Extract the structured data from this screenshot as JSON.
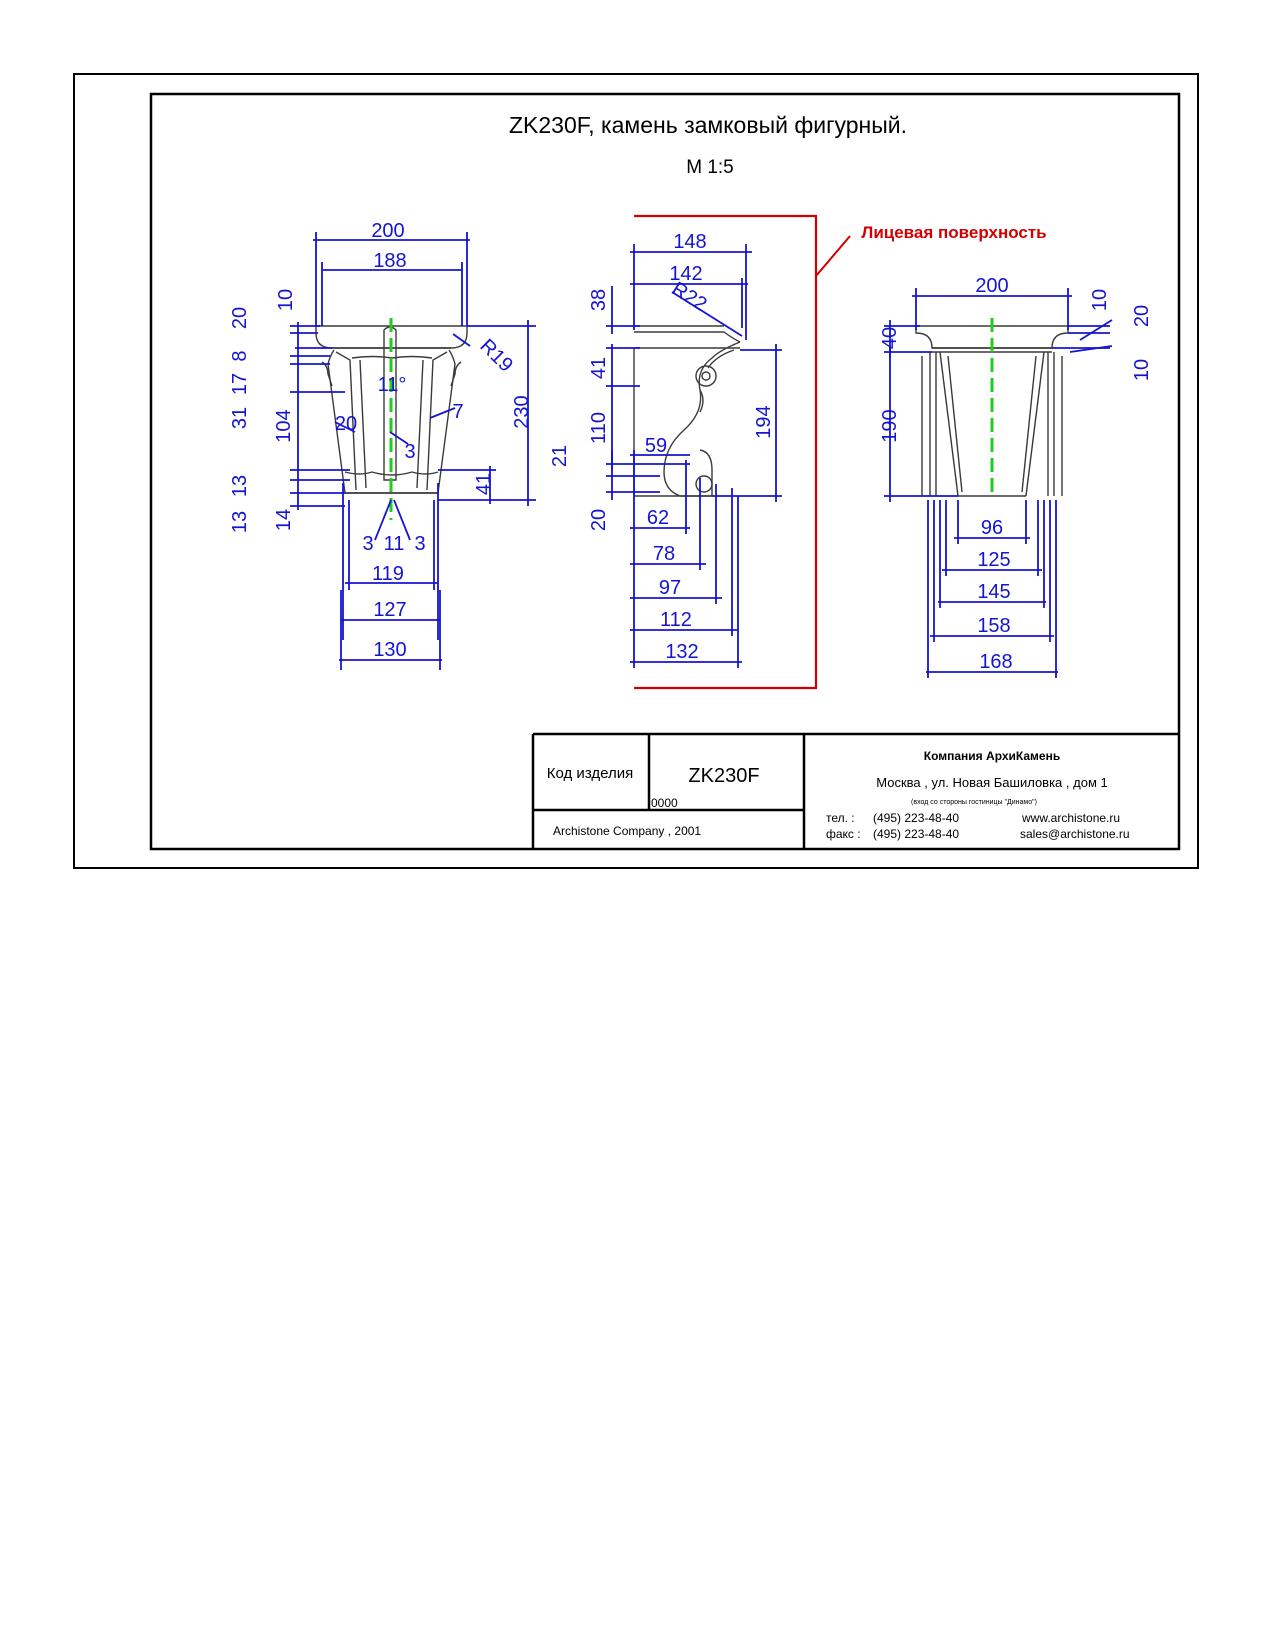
{
  "drawing": {
    "title": "ZK230F, камень замковый фигурный.",
    "scale": "М 1:5",
    "face_note": "Лицевая поверхность"
  },
  "front_view": {
    "dims": [
      "200",
      "188",
      "10",
      "20",
      "8",
      "17",
      "31",
      "104",
      "13",
      "13",
      "14",
      "R19",
      "230",
      "11°",
      "20",
      "7",
      "3",
      "41",
      "3",
      "11",
      "3",
      "119",
      "127",
      "130"
    ]
  },
  "side_view": {
    "dims": [
      "148",
      "142",
      "38",
      "R22",
      "41",
      "110",
      "194",
      "21",
      "59",
      "20",
      "62",
      "78",
      "97",
      "112",
      "132"
    ]
  },
  "top_view": {
    "dims": [
      "200",
      "10",
      "20",
      "40",
      "10",
      "190",
      "96",
      "125",
      "145",
      "158",
      "168"
    ]
  },
  "title_block": {
    "code_label": "Код изделия",
    "code_value": "ZK230F",
    "number": "0000",
    "copyright": "Archistone  Company ,  2001",
    "company": "Компания  АрхиКамень",
    "address": "Москва , ул. Новая Башиловка , дом 1",
    "address_note": "(вход со стороны гостиницы \"Динамо\")",
    "phone_label": "тел.   :",
    "phone": "(495) 223-48-40",
    "fax_label": "факс :",
    "fax": "(495) 223-48-40",
    "website": "www.archistone.ru",
    "email": "sales@archistone.ru"
  },
  "colors": {
    "dimension": "#1414d2",
    "outline": "#3a3a3a",
    "axis": "#22cc22",
    "face": "#d20000",
    "frame": "#000000"
  }
}
